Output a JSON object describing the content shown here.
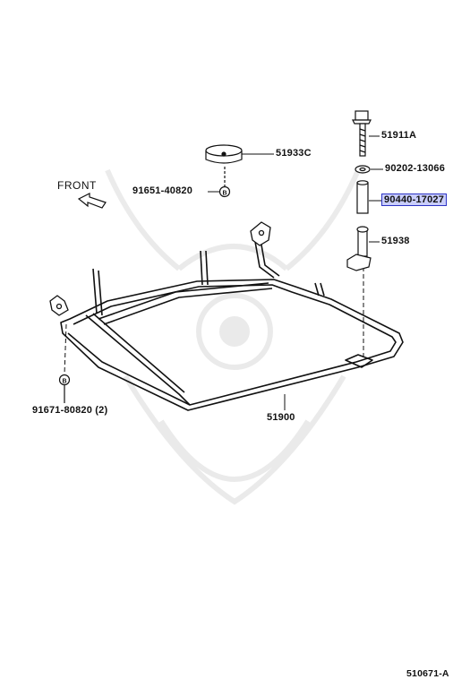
{
  "diagram": {
    "reference_code": "510671-A",
    "orientation_label": "FRONT",
    "highlight_color": "#c9cdfa",
    "highlight_border": "#2d34c4",
    "parts": [
      {
        "id": "51911A",
        "label": "51911A"
      },
      {
        "id": "90202-13066",
        "label": "90202-13066"
      },
      {
        "id": "90440-17027",
        "label": "90440-17027",
        "highlighted": true
      },
      {
        "id": "51938",
        "label": "51938"
      },
      {
        "id": "51933C",
        "label": "51933C"
      },
      {
        "id": "91651-40820",
        "label": "91651-40820"
      },
      {
        "id": "91671-80820",
        "label": "91671-80820 (2)"
      },
      {
        "id": "51900",
        "label": "51900"
      }
    ],
    "callout_letter": "B"
  }
}
